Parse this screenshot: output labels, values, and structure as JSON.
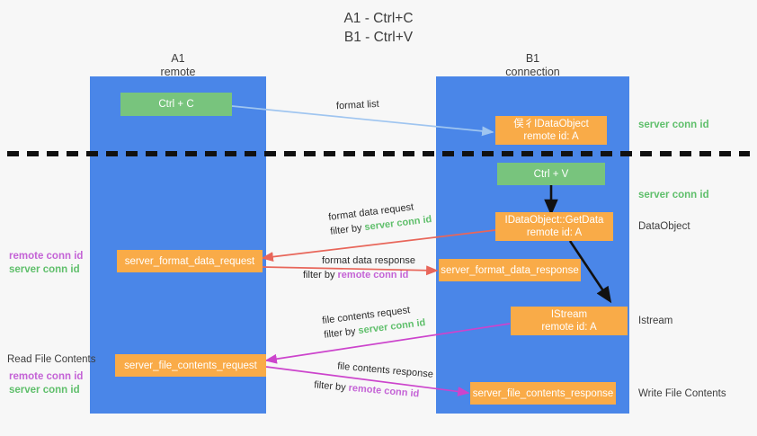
{
  "title": {
    "line1": "A1 - Ctrl+C",
    "line2": "B1 - Ctrl+V"
  },
  "columns": [
    {
      "name": "A1",
      "sub": "remote"
    },
    {
      "name": "B1",
      "sub": "connection"
    }
  ],
  "nodes": {
    "ctrl_c": {
      "line1": "Ctrl + C",
      "line2": "",
      "color": "#78c47d"
    },
    "ctrl_v": {
      "line1": "Ctrl + V",
      "line2": "",
      "color": "#78c47d"
    },
    "idataobject": {
      "line1": "俣彳IDataObject",
      "line2": "remote id: A",
      "color": "#f9ab48"
    },
    "getdata": {
      "line1": "IDataObject::GetData",
      "line2": "remote id: A",
      "color": "#f9ab48"
    },
    "istream": {
      "line1": "IStream",
      "line2": "remote id: A",
      "color": "#f9ab48"
    },
    "format_data_request": {
      "line1": "server_format_data_request",
      "line2": "",
      "color": "#f9ab48"
    },
    "format_data_response": {
      "line1": "server_format_data_response",
      "line2": "",
      "color": "#f9ab48"
    },
    "file_contents_request": {
      "line1": "server_file_contents_request",
      "line2": "",
      "color": "#f9ab48"
    },
    "file_contents_response": {
      "line1": "server_file_contents_response",
      "line2": "",
      "color": "#f9ab48"
    }
  },
  "edges": {
    "format_list": {
      "line1": "format list",
      "line2_prefix": "",
      "line2_tag": ""
    },
    "fmt_data_req": {
      "line1": "format data request",
      "line2_prefix": "filter by ",
      "line2_tag": "server conn id"
    },
    "fmt_data_res": {
      "line1": "format data response",
      "line2_prefix": "filter by ",
      "line2_tag": "remote conn id"
    },
    "file_cont_req": {
      "line1": "file contents request",
      "line2_prefix": "filter by ",
      "line2_tag": "server conn id"
    },
    "file_cont_res": {
      "line1": "file contents response",
      "line2_prefix": "filter by ",
      "line2_tag": "remote conn id"
    }
  },
  "annotations": {
    "right_server_conn_1": "server conn id",
    "right_server_conn_2": "server conn id",
    "right_dataobject": "DataObject",
    "right_istream": "Istream",
    "right_write_file_contents": "Write File Contents",
    "left_remote_conn_1": "remote conn id",
    "left_server_conn_1": "server conn id",
    "left_read_file_contents": "Read File Contents",
    "left_remote_conn_2": "remote conn id",
    "left_server_conn_2": "server conn id"
  },
  "colors": {
    "lane": "#4a86e8",
    "orange": "#f9ab48",
    "green_box": "#78c47d",
    "green_text": "#5fbf6b",
    "purple_text": "#c463d6",
    "arrow_blue": "#9fc5f0",
    "arrow_red": "#e8665a",
    "arrow_magenta": "#cc44cc",
    "arrow_black": "#111111",
    "divider": "#111111",
    "background": "#f7f7f7"
  }
}
